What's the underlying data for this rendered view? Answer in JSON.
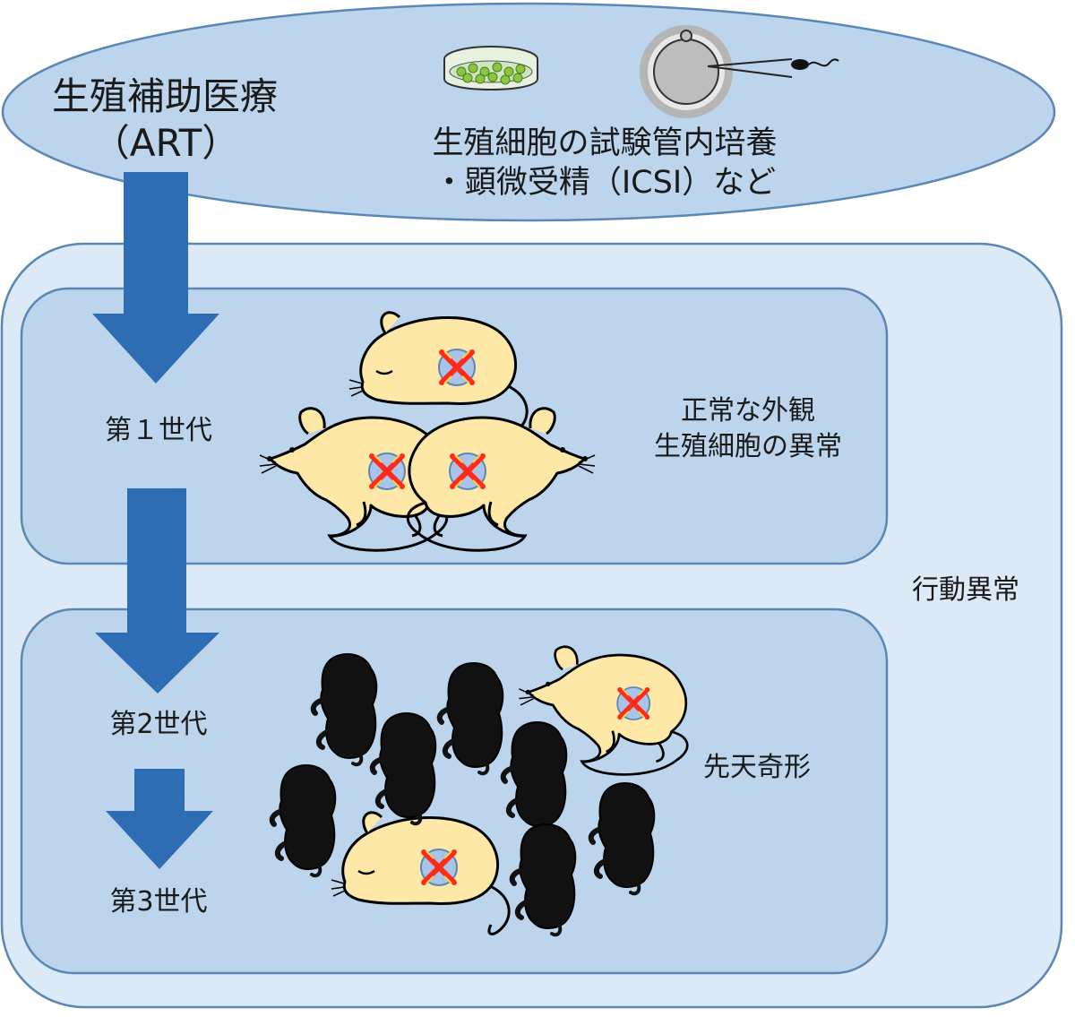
{
  "art": {
    "title": "生殖補助医療",
    "abbr": "（ART）",
    "methods_line1": "生殖細胞の試験管内培養",
    "methods_line2": "・顕微受精（ICSI）など"
  },
  "generations": [
    {
      "label": "第１世代",
      "effect_line1": "正常な外観",
      "effect_line2": "生殖細胞の異常"
    },
    {
      "label": "第2世代",
      "effect_line1": "先天奇形"
    },
    {
      "label": "第3世代"
    }
  ],
  "outer_effect": "行動異常",
  "colors": {
    "ellipse_fill": "#bcd5ec",
    "outer_fill": "#dce9f6",
    "panel_fill": "#bcd5ec",
    "border": "#5b87b5",
    "arrow": "#2e6db4",
    "mouse_fill": "#fde8a8",
    "pup": "#111111",
    "damage_mark": "#ff2a1a"
  },
  "icons": [
    "petri-dish-icon",
    "icsi-oocyte-icon",
    "sperm-icon",
    "adult-mouse-icon",
    "newborn-pup-icon",
    "damaged-germ-cell-icon"
  ]
}
